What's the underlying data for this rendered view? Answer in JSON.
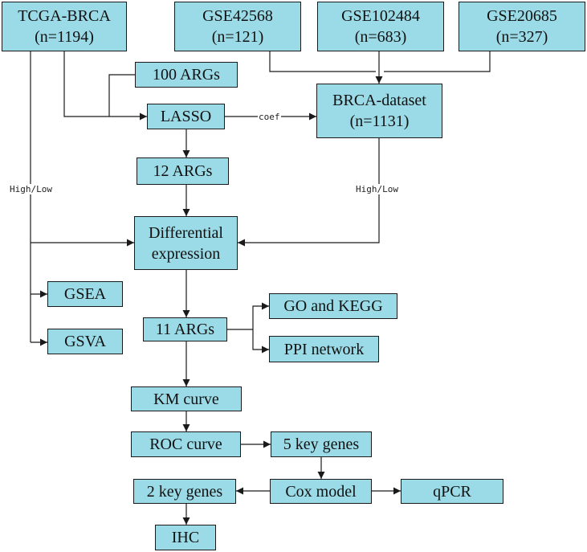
{
  "diagram": {
    "colors": {
      "box_fill": "#9bdbe7",
      "box_border": "#1a1a1a",
      "line": "#1a1a1a"
    },
    "nodes": {
      "tcga": {
        "line1": "TCGA-BRCA",
        "line2": "(n=1194)"
      },
      "gse42568": {
        "line1": "GSE42568",
        "line2": "(n=121)"
      },
      "gse102484": {
        "line1": "GSE102484",
        "line2": "(n=683)"
      },
      "gse20685": {
        "line1": "GSE20685",
        "line2": "(n=327)"
      },
      "args100": {
        "label": "100 ARGs"
      },
      "lasso": {
        "label": "LASSO"
      },
      "brca_dataset": {
        "line1": "BRCA-dataset",
        "line2": "(n=1131)"
      },
      "args12": {
        "label": "12 ARGs"
      },
      "diff_expr": {
        "line1": "Differential",
        "line2": "expression"
      },
      "gsea": {
        "label": "GSEA"
      },
      "gsva": {
        "label": "GSVA"
      },
      "args11": {
        "label": "11 ARGs"
      },
      "go_kegg": {
        "label": "GO and KEGG"
      },
      "ppi": {
        "label": "PPI network"
      },
      "km": {
        "label": "KM curve"
      },
      "roc": {
        "label": "ROC curve"
      },
      "key5": {
        "label": "5 key genes"
      },
      "cox": {
        "label": "Cox model"
      },
      "key2": {
        "label": "2 key genes"
      },
      "qpcr": {
        "label": "qPCR"
      },
      "ihc": {
        "label": "IHC"
      }
    },
    "edge_labels": {
      "coef": "coef",
      "high_low_left": "High/Low",
      "high_low_right": "High/Low"
    }
  }
}
